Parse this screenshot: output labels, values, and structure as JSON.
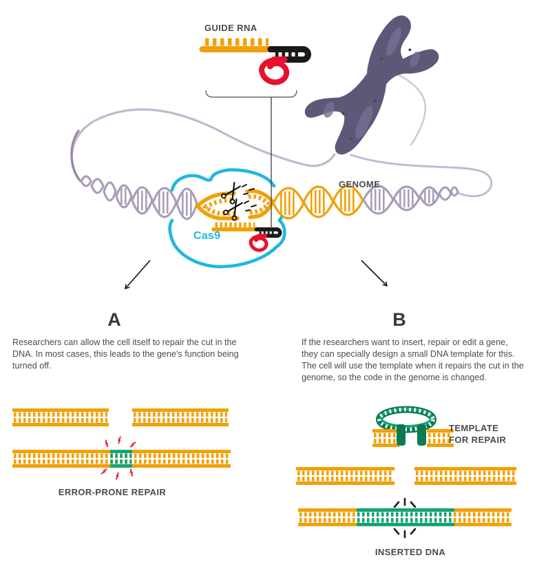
{
  "diagram": {
    "top": {
      "guide_rna_label": "GUIDE RNA",
      "genome_label": "GENOME",
      "cas9_label": "Cas9"
    },
    "branch_a": {
      "letter": "A",
      "paragraph": "Researchers can allow the cell itself to repair the cut in the DNA. In most cases, this leads to the gene's function being turned off.",
      "caption": "ERROR-PRONE REPAIR"
    },
    "branch_b": {
      "letter": "B",
      "paragraph": "If the researchers want to insert, repair or edit a gene, they can specially design a small DNA template for this. The cell will use the template when it repairs the cut in the genome, so the code in the genome is changed.",
      "template_label": [
        "TEMPLATE",
        "FOR REPAIR"
      ],
      "caption": "INSERTED DNA"
    },
    "colors": {
      "orange": "#F2A007",
      "lavender": "#A89DB9",
      "purple": "#5E5777",
      "cyan": "#1FB7DF",
      "red": "#E8112D",
      "green": "#16A374",
      "text": "#4A4A4C"
    }
  }
}
